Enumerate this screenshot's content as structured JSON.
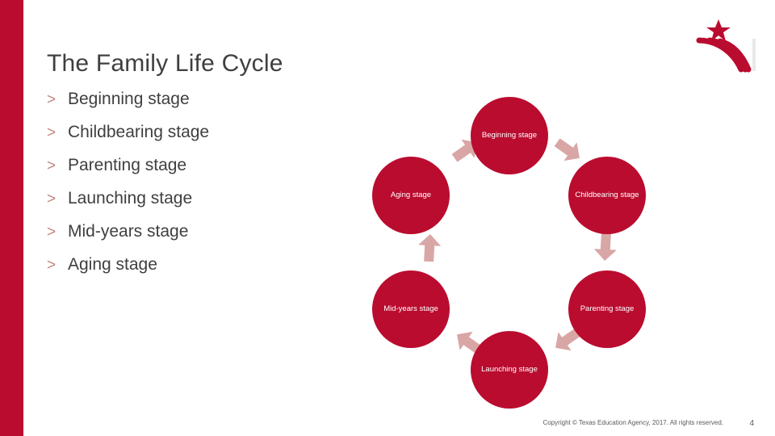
{
  "slide": {
    "title": "The Family Life Cycle",
    "bullet_marker": ">",
    "bullets": [
      {
        "label": "Beginning stage"
      },
      {
        "label": "Childbearing stage"
      },
      {
        "label": "Parenting stage"
      },
      {
        "label": "Launching stage"
      },
      {
        "label": "Mid-years stage"
      },
      {
        "label": "Aging stage"
      }
    ],
    "diagram": {
      "nodes": [
        {
          "id": "beginning",
          "label": "Beginning stage"
        },
        {
          "id": "childbearing",
          "label": "Childbearing stage"
        },
        {
          "id": "parenting",
          "label": "Parenting stage"
        },
        {
          "id": "launching",
          "label": "Launching stage"
        },
        {
          "id": "midyears",
          "label": "Mid-years stage"
        },
        {
          "id": "aging",
          "label": "Aging stage"
        }
      ]
    },
    "footer": {
      "copyright": "Copyright © Texas Education Agency, 2017. All rights reserved.",
      "page_number": "4"
    },
    "colors": {
      "accent_red": "#ba0c2f",
      "arrow_pink": "#d9a6a6",
      "text_gray": "#3f3f3f"
    }
  }
}
